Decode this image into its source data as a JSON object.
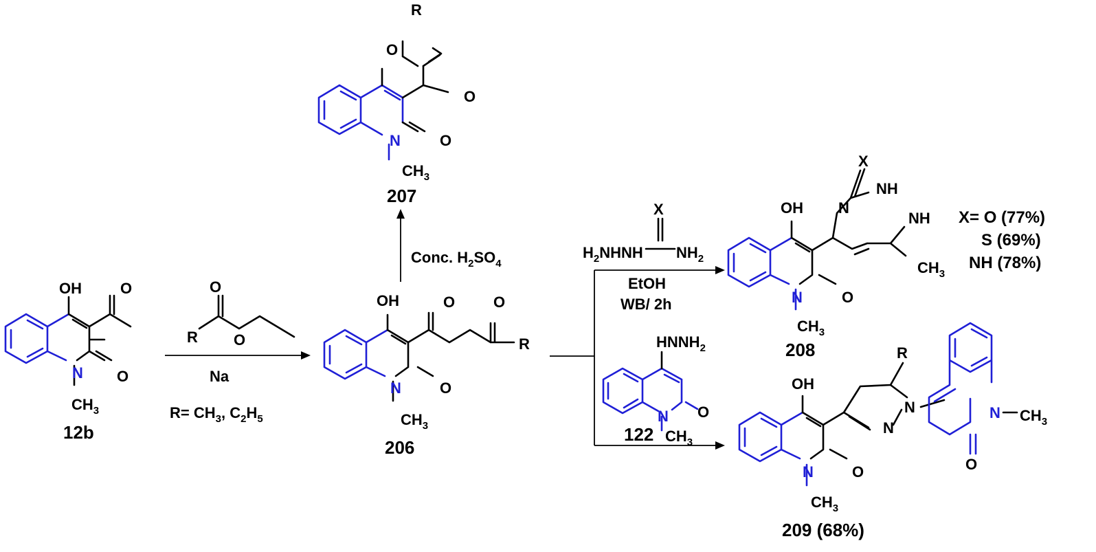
{
  "compounds": {
    "c12b": {
      "id": "12b",
      "oh": "OH",
      "o": "O",
      "n": "N",
      "ch": "CH",
      "three": "3"
    },
    "c206": {
      "id": "206",
      "oh": "OH",
      "o": "O",
      "r": "R",
      "n": "N",
      "ch": "CH",
      "three": "3"
    },
    "c207": {
      "id": "207",
      "r": "R",
      "o": "O",
      "n": "N",
      "ch": "CH",
      "three": "3"
    },
    "c208": {
      "id": "208",
      "x": "X",
      "nh": "NH",
      "n": "N",
      "oh": "OH",
      "o": "O",
      "ch": "CH",
      "three": "3",
      "yields": [
        "X= O (77%)",
        "S (69%)",
        "NH (78%)"
      ]
    },
    "c209": {
      "id": "209 (68%)",
      "r": "R",
      "oh": "OH",
      "n": "N",
      "o": "O",
      "ch": "CH",
      "three": "3"
    },
    "c122": {
      "id": "122",
      "hn": "HNNH",
      "two": "2",
      "n": "N",
      "o": "O",
      "ch": "CH",
      "three": "3"
    }
  },
  "reagents": {
    "ester": {
      "r": "R",
      "o": "O"
    },
    "na": "Na",
    "r_def_pre": "R= CH",
    "r_def_3": "3",
    "r_def_mid": ", C",
    "r_def_2": "2",
    "r_def_h": "H",
    "r_def_5": "5",
    "acid_pre": "Conc. H",
    "acid_2": "2",
    "acid_so": "SO",
    "acid_4": "4",
    "urea": {
      "x": "X",
      "h": "H",
      "two": "2",
      "nhnh": "NHNH",
      "nh": "NH"
    },
    "solvent": "EtOH",
    "time": "WB/ 2h"
  }
}
